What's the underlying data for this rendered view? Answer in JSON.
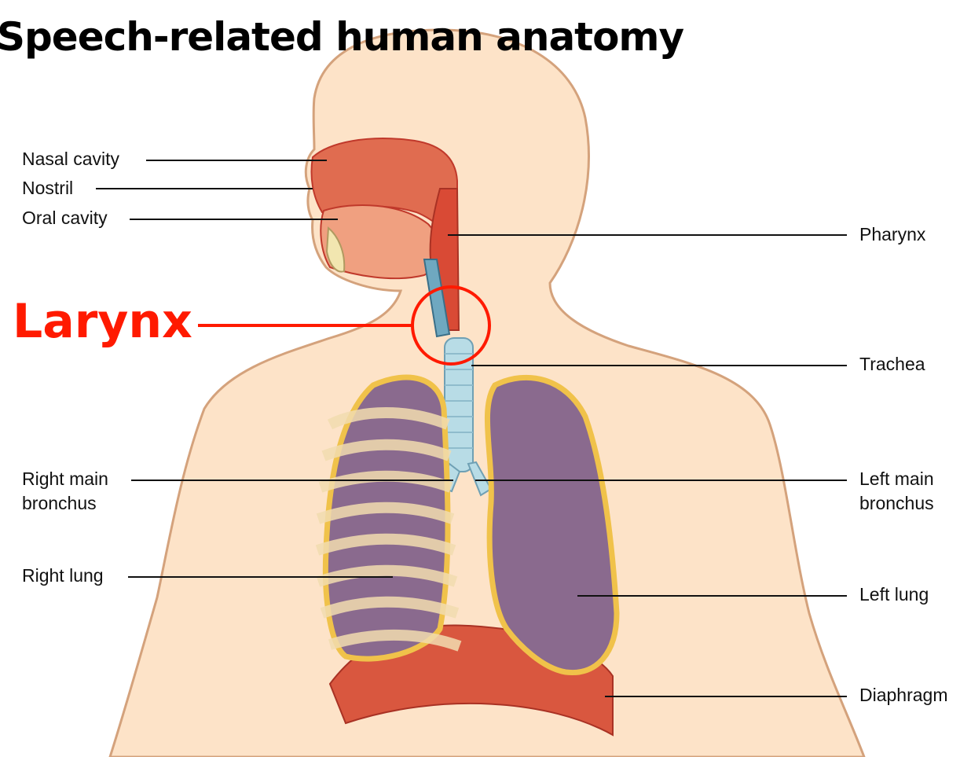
{
  "title": "Speech-related human anatomy",
  "highlight": {
    "label": "Larynx",
    "color": "#ff1a00"
  },
  "labels": {
    "nasal_cavity": "Nasal cavity",
    "nostril": "Nostril",
    "oral_cavity": "Oral cavity",
    "pharynx": "Pharynx",
    "trachea": "Trachea",
    "right_main_bronchus_1": "Right main",
    "right_main_bronchus_2": "bronchus",
    "left_main_bronchus_1": "Left main",
    "left_main_bronchus_2": "bronchus",
    "right_lung": "Right lung",
    "left_lung": "Left lung",
    "diaphragm": "Diaphragm"
  },
  "colors": {
    "skin": "#fde3c8",
    "skin_outline": "#d4a27c",
    "lung": "#8a6a8e",
    "lung_outline": "#f0c24a",
    "airway": "#d94a35",
    "trachea": "#b8dce6",
    "rib": "#f2dcb0"
  }
}
